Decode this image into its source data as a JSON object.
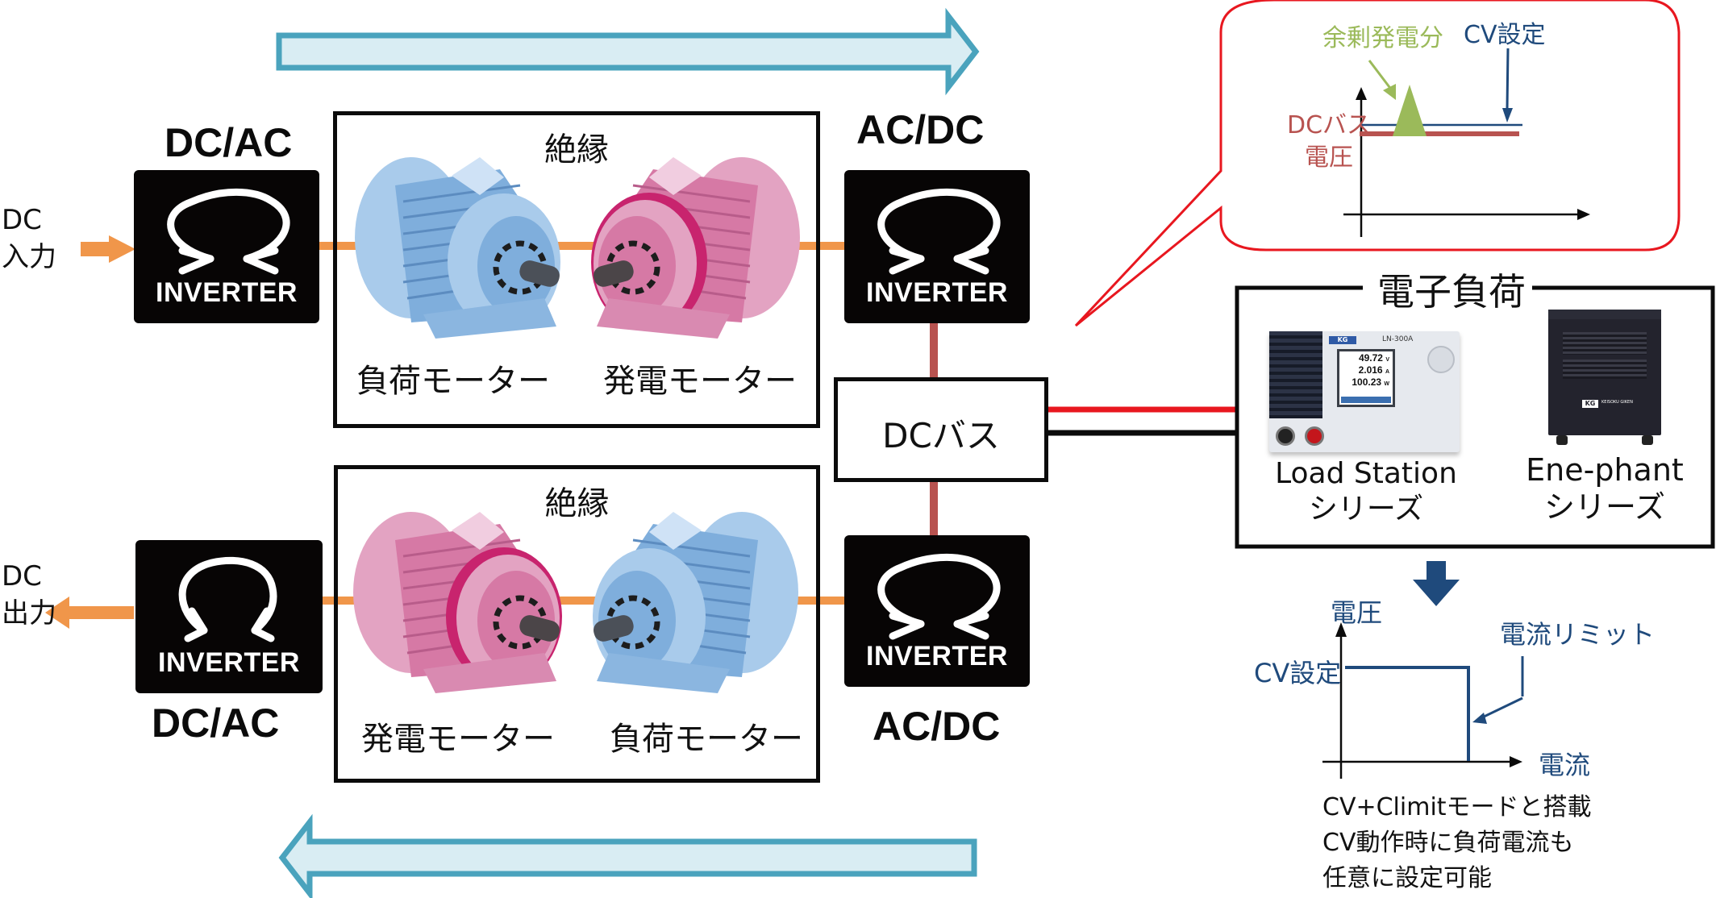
{
  "colors": {
    "flow_arrow_fill": "#d9edf3",
    "flow_arrow_stroke": "#4aa3bd",
    "ac_shaft_line": "#f0964a",
    "dc_link_line": "#b85350",
    "bus_positive": "#e8171f",
    "bus_negative": "#0b0b0b",
    "callout_border": "#e8171f",
    "surplus_green": "#9bba5a",
    "cv_blue": "#1f4a7c",
    "dc_bus_red": "#b85350",
    "down_arrow": "#1f4a7c",
    "load_motor_blue": "#7faedc",
    "gen_motor_pink": "#d679a5"
  },
  "flow_arrows": {
    "top_direction": "right",
    "bottom_direction": "left"
  },
  "top_row": {
    "input_label_line1": "DC",
    "input_label_line2": "入力",
    "left_inverter": {
      "title": "DC/AC",
      "label": "INVERTER"
    },
    "motor_box": {
      "title": "絶縁",
      "left_motor": {
        "label": "負荷モーター",
        "type": "load",
        "color": "blue"
      },
      "right_motor": {
        "label": "発電モーター",
        "type": "generator",
        "color": "pink"
      }
    },
    "right_inverter": {
      "title": "AC/DC",
      "label": "INVERTER"
    }
  },
  "bottom_row": {
    "output_label_line1": "DC",
    "output_label_line2": "出力",
    "left_inverter": {
      "title": "DC/AC",
      "label": "INVERTER"
    },
    "motor_box": {
      "title": "絶縁",
      "left_motor": {
        "label": "発電モーター",
        "type": "generator",
        "color": "pink"
      },
      "right_motor": {
        "label": "負荷モーター",
        "type": "load",
        "color": "blue"
      }
    },
    "right_inverter": {
      "title": "AC/DC",
      "label": "INVERTER"
    }
  },
  "dc_bus": {
    "label": "DCバス"
  },
  "callout": {
    "surplus_label": "余剰発電分",
    "cv_label": "CV設定",
    "bus_voltage_line1": "DCバス",
    "bus_voltage_line2": "電圧"
  },
  "electronic_load": {
    "title": "電子負荷",
    "products": [
      {
        "name_line1": "Load Station",
        "name_line2": "シリーズ",
        "brand": "KG",
        "model": "LN-300A",
        "display": {
          "voltage": "49.72",
          "voltage_unit": "V",
          "current": "2.016",
          "current_unit": "A",
          "power": "100.23",
          "power_unit": "W"
        }
      },
      {
        "name_line1": "Ene-phant",
        "name_line2": "シリーズ",
        "brand": "KG",
        "brand_sub": "KEISOKU GIKEN"
      }
    ]
  },
  "cv_chart": {
    "y_axis_label": "電圧",
    "x_axis_label": "電流",
    "cv_label": "CV設定",
    "limit_label": "電流リミット"
  },
  "note": {
    "line1": "CV+Climitモードと搭載",
    "line2": "CV動作時に負荷電流も",
    "line3": "任意に設定可能"
  }
}
